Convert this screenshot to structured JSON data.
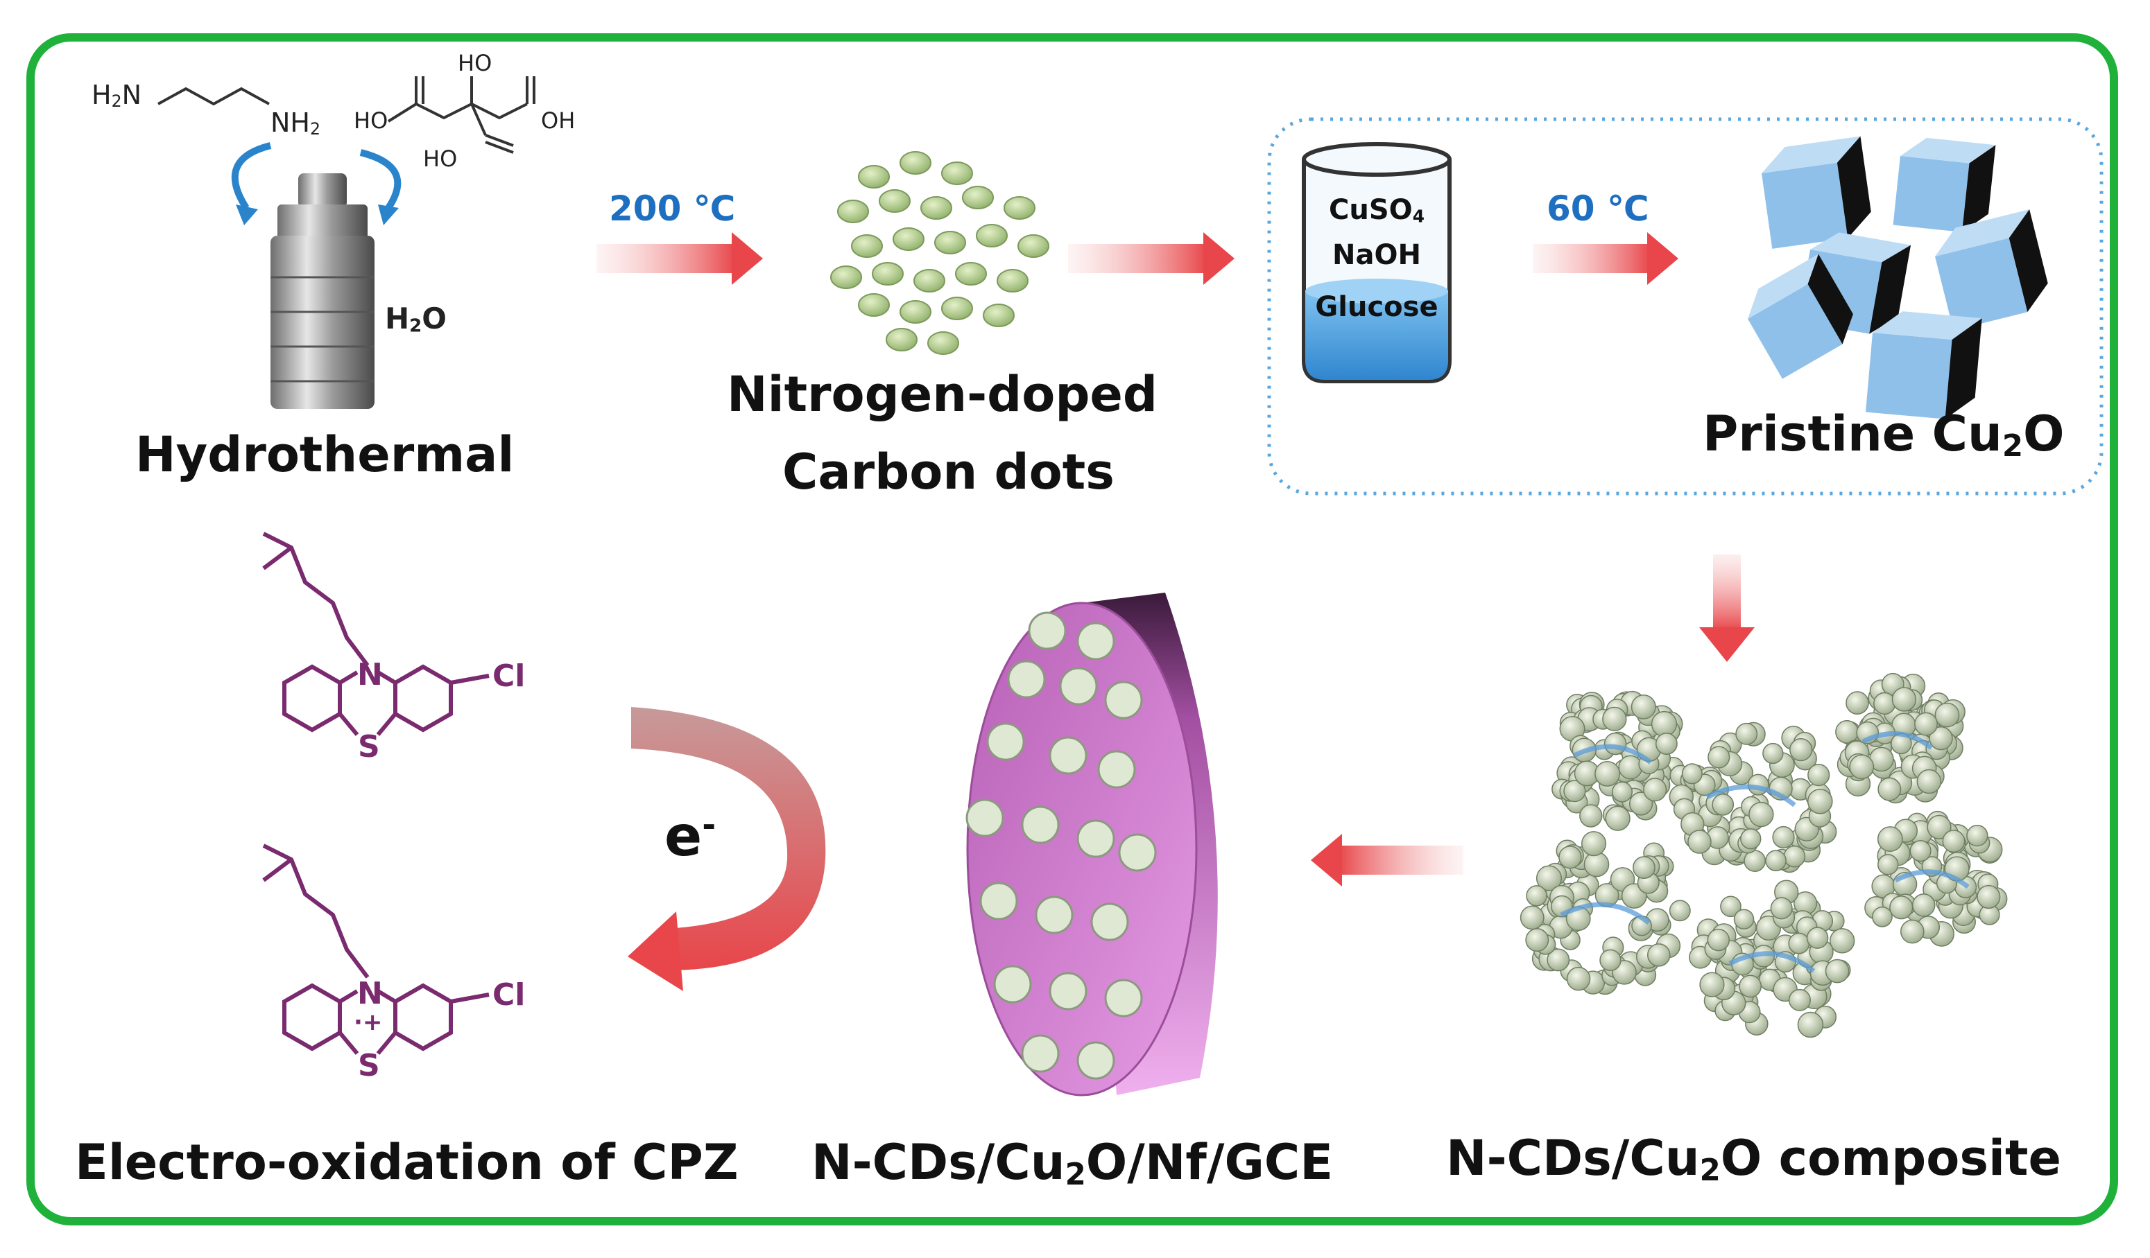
{
  "precursors": {
    "ethylenediamine": {
      "left": "H",
      "left_sub": "2",
      "left_n": "N",
      "right": "NH",
      "right_sub": "2"
    },
    "citric_acid": {
      "ho1": "HO",
      "ho2": "HO",
      "ho3": "HO",
      "oh": "OH"
    },
    "solvent": {
      "text": "H",
      "sub": "2",
      "tail": "O"
    }
  },
  "steps": {
    "hydrothermal": "Hydrothermal",
    "temp1": "200 ℃",
    "carbon_dots_line1": "Nitrogen-doped",
    "carbon_dots_line2": "Carbon dots",
    "beaker": {
      "line1": "CuSO",
      "line1_sub": "4",
      "line2": "NaOH",
      "line3": "Glucose"
    },
    "temp2": "60 ℃",
    "pristine": "Pristine Cu",
    "pristine_sub": "2",
    "pristine_tail": "O",
    "composite": "N-CDs/Cu",
    "composite_sub": "2",
    "composite_tail": "O composite",
    "electrode": "N-CDs/Cu",
    "electrode_sub": "2",
    "electrode_tail": "O/Nf/GCE",
    "electron": "e",
    "electron_sup": "-",
    "oxidation": "Electro-oxidation of CPZ"
  },
  "molecule": {
    "n_label": "N",
    "s_label": "S",
    "cl_label": "Cl",
    "radical": "·+",
    "color": "#7a2a6e"
  },
  "colors": {
    "frame": "#1fb13a",
    "temperature_text": "#1f6fc0",
    "arrow": "#e8464a",
    "cube_face": "#8fc0ea",
    "cube_dark": "#111111",
    "dots": "#a9c98a",
    "electrode": "#d98fd8"
  }
}
